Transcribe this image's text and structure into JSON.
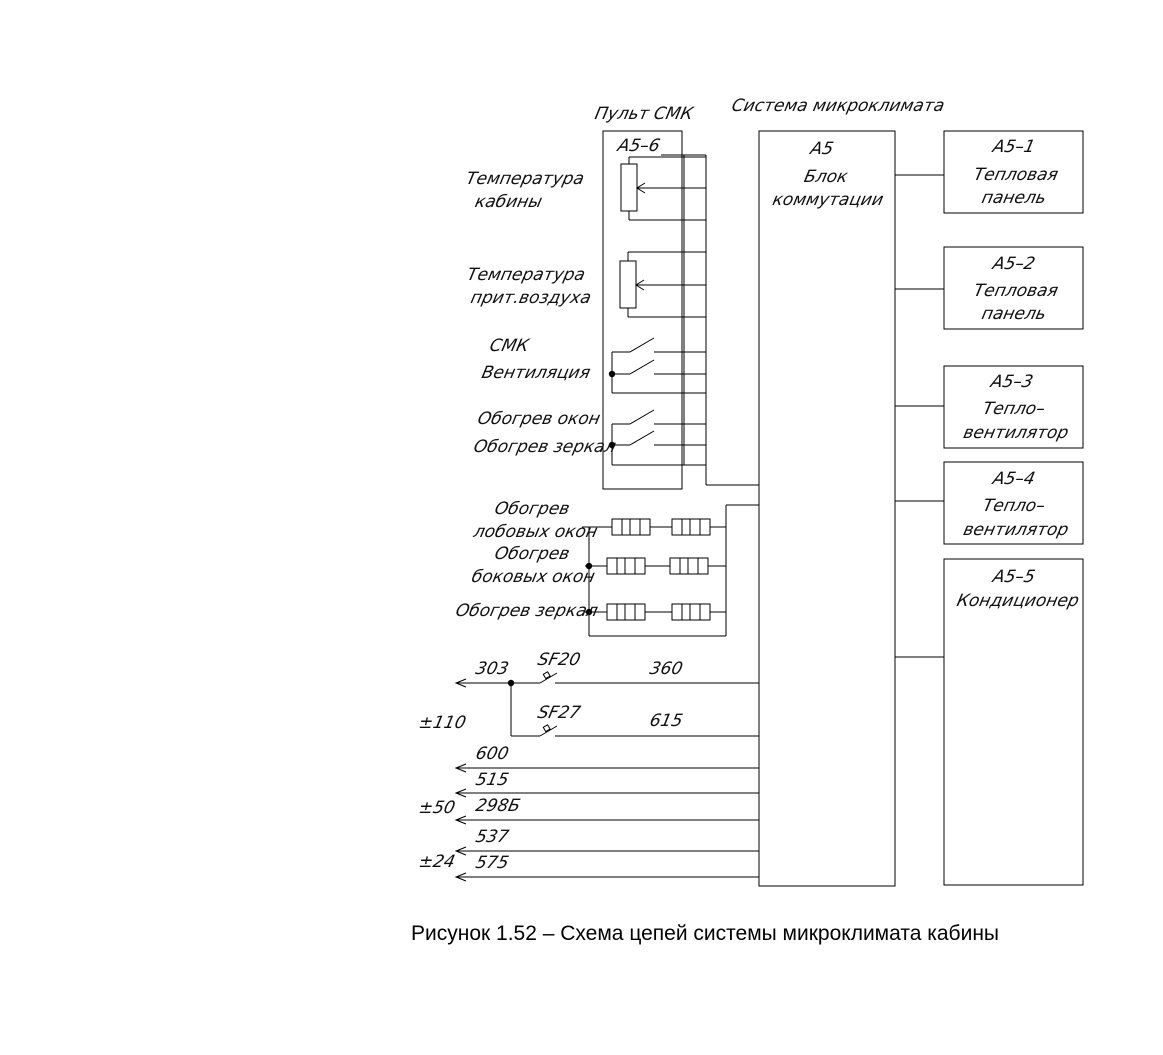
{
  "labels": {
    "panel_title": "Пульт СМК",
    "panel_id": "А5–6",
    "system_title": "Система микроклимата",
    "a5_id": "А5",
    "a5_line1": "Блок",
    "a5_line2": "коммутации",
    "cabin_temp_1": "Температура",
    "cabin_temp_2": "кабины",
    "air_temp_1": "Температура",
    "air_temp_2": "прит.воздуха",
    "smk_1": "СМК",
    "smk_2": "Вентиляция",
    "heat_windows": "Обогрев окон",
    "heat_mirrors_sw": "Обогрев зеркал",
    "front_1": "Обогрев",
    "front_2": "лобовых окон",
    "side_1": "Обогрев",
    "side_2": "боковых окон",
    "mirrors": "Обогрев зеркал",
    "sf20": "SF20",
    "sf27": "SF27",
    "w303": "303",
    "w360": "360",
    "w615": "615",
    "w600": "600",
    "w515": "515",
    "w298": "298Б",
    "w537": "537",
    "w575": "575",
    "v110": "±110",
    "v50": "±50",
    "v24": "±24"
  },
  "units": [
    {
      "id": "А5–1",
      "line1": "Тепловая",
      "line2": "панель"
    },
    {
      "id": "А5–2",
      "line1": "Тепловая",
      "line2": "панель"
    },
    {
      "id": "А5–3",
      "line1": "Тепло–",
      "line2": "вентилятор"
    },
    {
      "id": "А5–4",
      "line1": "Тепло–",
      "line2": "вентилятор"
    },
    {
      "id": "А5–5",
      "line1": "Кондиционер",
      "line2": ""
    }
  ],
  "caption": "Рисунок 1.52 – Схема цепей системы микроклимата кабины"
}
